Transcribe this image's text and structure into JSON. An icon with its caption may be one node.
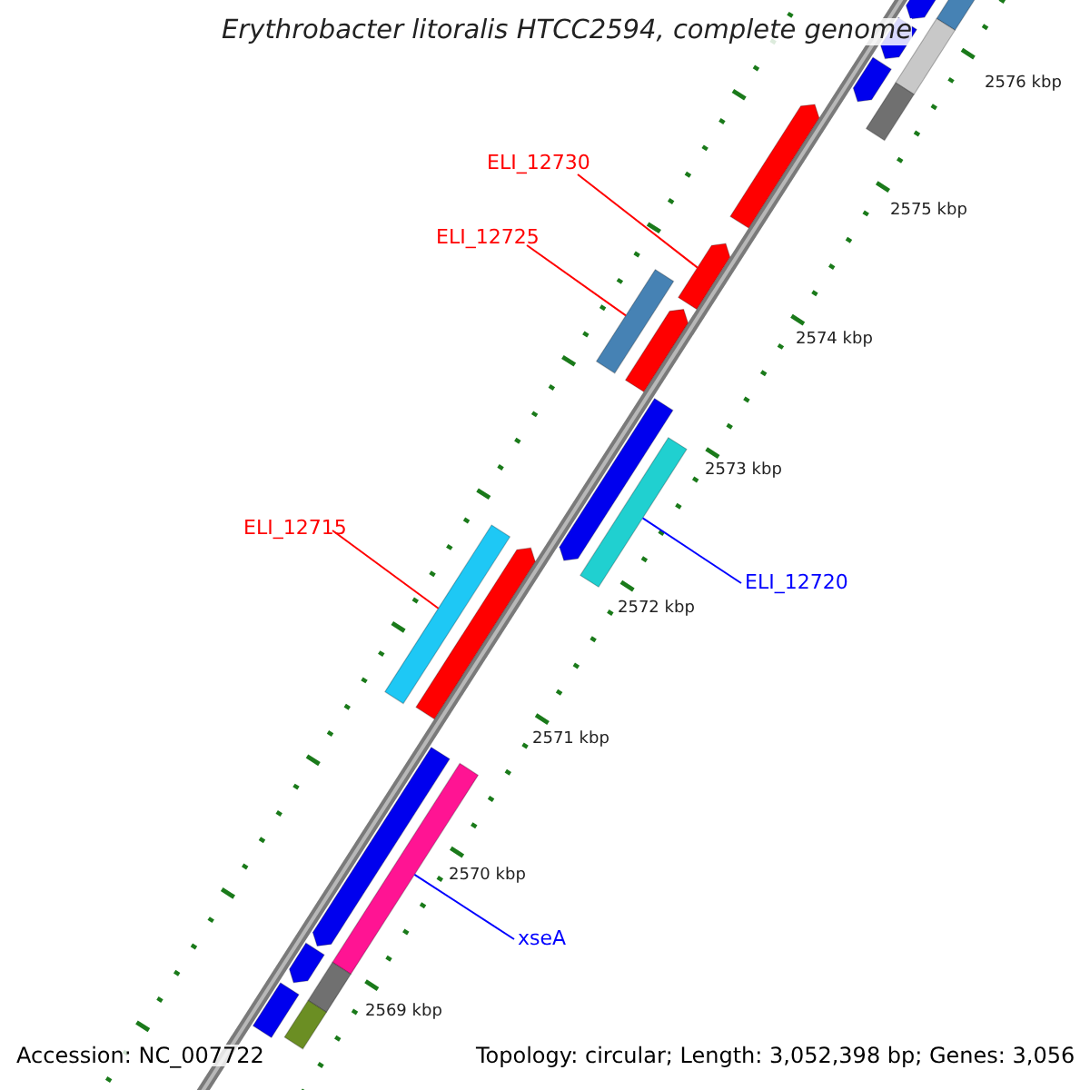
{
  "diagram": {
    "title": "Erythrobacter litoralis HTCC2594, complete genome",
    "nodes": [
      {
        "text": [
          "ELI_12730"
        ]
      },
      {
        "text": [
          "ELI_12725"
        ]
      },
      {
        "text": [
          "ELI_12715"
        ]
      },
      {
        "text": [
          "ELI_12720"
        ]
      },
      {
        "text": [
          "xseA"
        ]
      },
      {
        "text": [],
        "shape": "bar"
      },
      {
        "text": [],
        "shape": "bar"
      },
      {
        "text": [],
        "shape": "bar"
      },
      {
        "text": [],
        "shape": "bar"
      },
      {
        "text": [],
        "shape": "bar"
      },
      {
        "text": [],
        "shape": "bar"
      },
      {
        "text": [],
        "shape": "bar"
      },
      {
        "text": [],
        "shape": "bar"
      },
      {
        "text": [],
        "shape": "bar"
      },
      {
        "text": [],
        "shape": "bar"
      },
      {
        "text": [],
        "shape": "bar"
      },
      {
        "text": [],
        "shape": "bar"
      },
      {
        "text": [],
        "shape": "bar"
      },
      {
        "text": [],
        "shape": "bar"
      },
      {
        "text": [],
        "shape": "bar"
      },
      {
        "text": [],
        "shape": "bar"
      },
      {
        "text": [],
        "shape": "bar"
      },
      {
        "text": [],
        "shape": "bar"
      },
      {
        "text": [],
        "shape": "bar"
      },
      {
        "text": [],
        "shape": "bar"
      }
    ],
    "edges": [
      {
        "from": 0,
        "to": 12,
        "arrow": "none"
      },
      {
        "from": 1,
        "to": 13,
        "arrow": "none"
      },
      {
        "from": 2,
        "to": 18,
        "arrow": "none"
      },
      {
        "from": 3,
        "to": 16,
        "arrow": "none",
        "color": "#0000ff"
      },
      {
        "from": 4,
        "to": 19,
        "arrow": "none",
        "color": "#0000ff"
      }
    ],
    "labels": [
      "2576 kbp",
      "2575 kbp",
      "2574 kbp",
      "2573 kbp",
      "2572 kbp",
      "2571 kbp",
      "2570 kbp",
      "2569 kbp",
      "Accession: NC_007722",
      "Topology: circular; Length: 3,052,398 bp; Genes: 3,056"
    ]
  }
}
